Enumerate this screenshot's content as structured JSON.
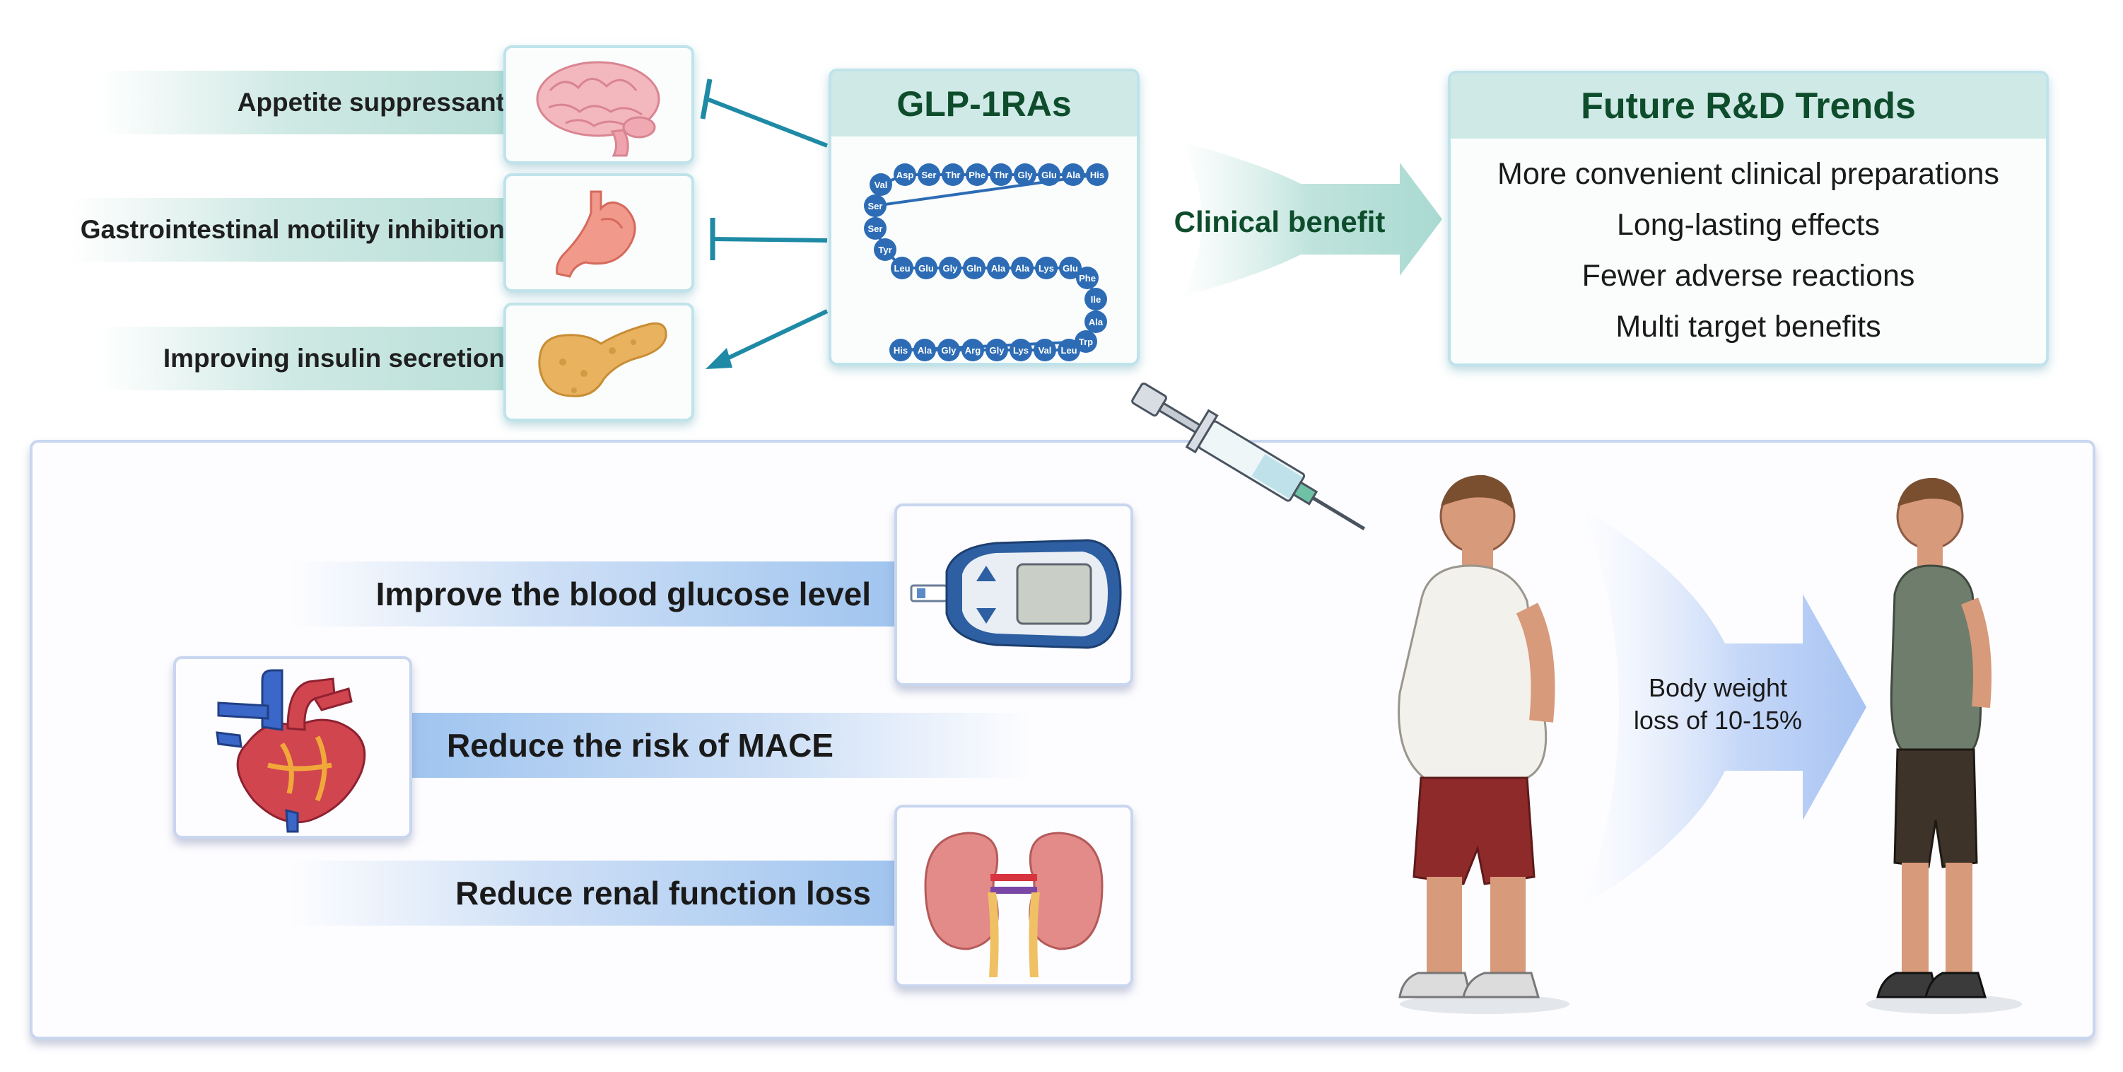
{
  "mechanisms": [
    {
      "label": "Appetite suppressant",
      "organ": "brain-icon"
    },
    {
      "label": "Gastrointestinal motility inhibition",
      "organ": "stomach-icon"
    },
    {
      "label": "Improving insulin secretion",
      "organ": "pancreas-icon"
    }
  ],
  "glp": {
    "title": "GLP-1RAs",
    "peptide_row1": [
      "Val",
      "Asp",
      "Ser",
      "Thr",
      "Phe",
      "Thr",
      "Gly",
      "Glu",
      "Ala",
      "His"
    ],
    "peptide_left": [
      "Ser",
      "Ser",
      "Tyr"
    ],
    "peptide_row2": [
      "Leu",
      "Glu",
      "Gly",
      "Gln",
      "Ala",
      "Ala",
      "Lys",
      "Glu"
    ],
    "peptide_right": [
      "Phe",
      "Ile",
      "Ala",
      "Trp"
    ],
    "peptide_row3": [
      "His",
      "Ala",
      "Gly",
      "Arg",
      "Gly",
      "Lys",
      "Val",
      "Leu"
    ]
  },
  "arrow_label": "Clinical benefit",
  "future": {
    "title": "Future R&D Trends",
    "items": [
      "More convenient clinical preparations",
      "Long-lasting effects",
      "Fewer adverse reactions",
      "Multi target benefits"
    ]
  },
  "benefits": [
    {
      "label": "Improve the blood glucose level",
      "icon": "glucose-meter-icon"
    },
    {
      "label": "Reduce the risk of MACE",
      "icon": "heart-icon"
    },
    {
      "label": "Reduce renal function loss",
      "icon": "kidneys-icon"
    }
  ],
  "weight": {
    "line1": "Body weight",
    "line2": "loss of 10-15%"
  },
  "colors": {
    "teal_dark": "#1e8aa6",
    "title_green": "#0e4d2c",
    "peptide_blue": "#2d6cb5",
    "panel_border": "#c9d6ef"
  }
}
